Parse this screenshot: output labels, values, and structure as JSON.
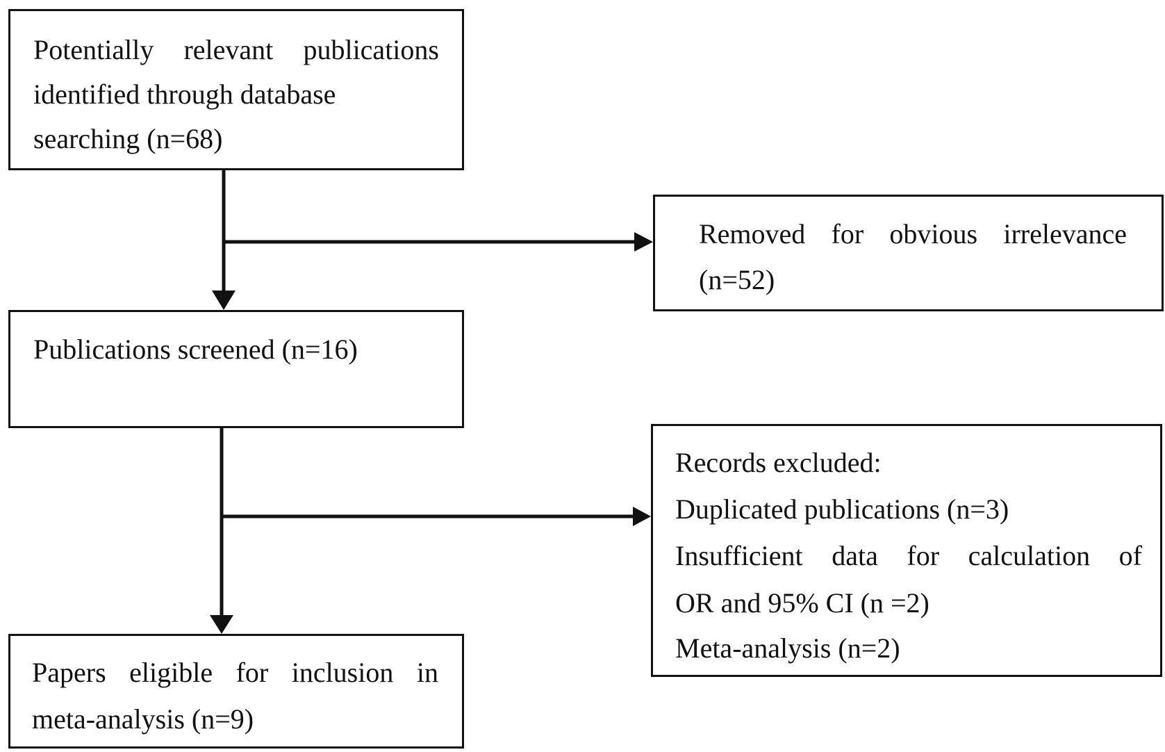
{
  "flow": {
    "identified": {
      "lines": [
        [
          "Potentially",
          "relevant",
          "publications"
        ],
        "identified through database",
        "searching (n=68)"
      ]
    },
    "removed": {
      "lines": [
        [
          "Removed",
          "for",
          "obvious",
          "irrelevance"
        ],
        "(n=52)"
      ]
    },
    "screened": {
      "lines": [
        "Publications screened (n=16)"
      ]
    },
    "excluded": {
      "lines": [
        "Records excluded:",
        "Duplicated publications (n=3)",
        [
          "Insufficient",
          "data",
          "for",
          "calculation",
          "of"
        ],
        "OR and 95% CI (n =2)",
        "Meta-analysis (n=2)"
      ]
    },
    "eligible": {
      "lines": [
        [
          "Papers",
          "eligible",
          "for",
          "inclusion",
          "in"
        ],
        "meta-analysis (n=9)"
      ]
    }
  }
}
